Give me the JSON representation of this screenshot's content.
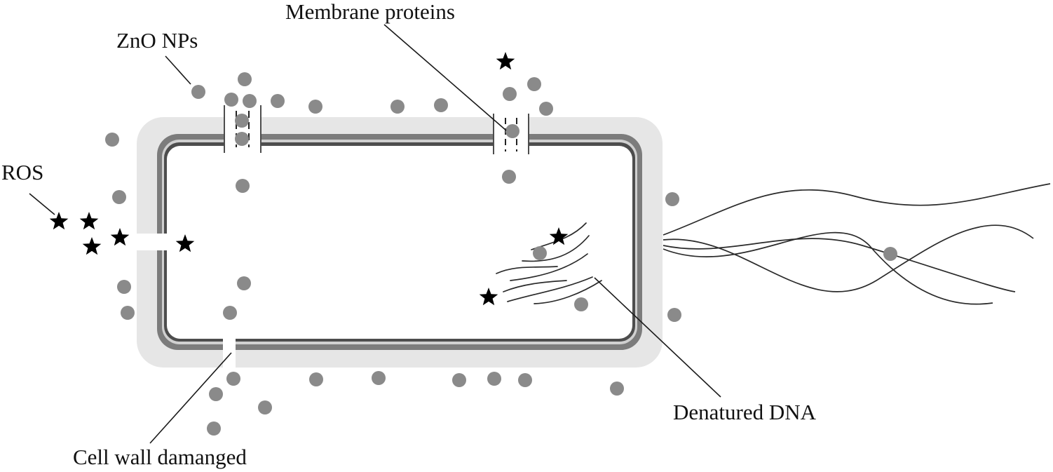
{
  "labels": {
    "zno": "ZnO NPs",
    "membrane": "Membrane proteins",
    "ros": "ROS",
    "dna": "Denatured DNA",
    "wall": "Cell wall damanged"
  },
  "colors": {
    "capsule": "#e6e6e6",
    "outer_wall": "#7c7c7c",
    "mid_layer": "#bdbdbd",
    "inner_membrane": "#4d4d4d",
    "nanoparticle": "#8a8a8a",
    "ros_star": "#000000",
    "lines": "#1a1a1a"
  },
  "icons": {
    "nanoparticle": "filled-grey-circle",
    "ros": "black-five-point-star"
  }
}
